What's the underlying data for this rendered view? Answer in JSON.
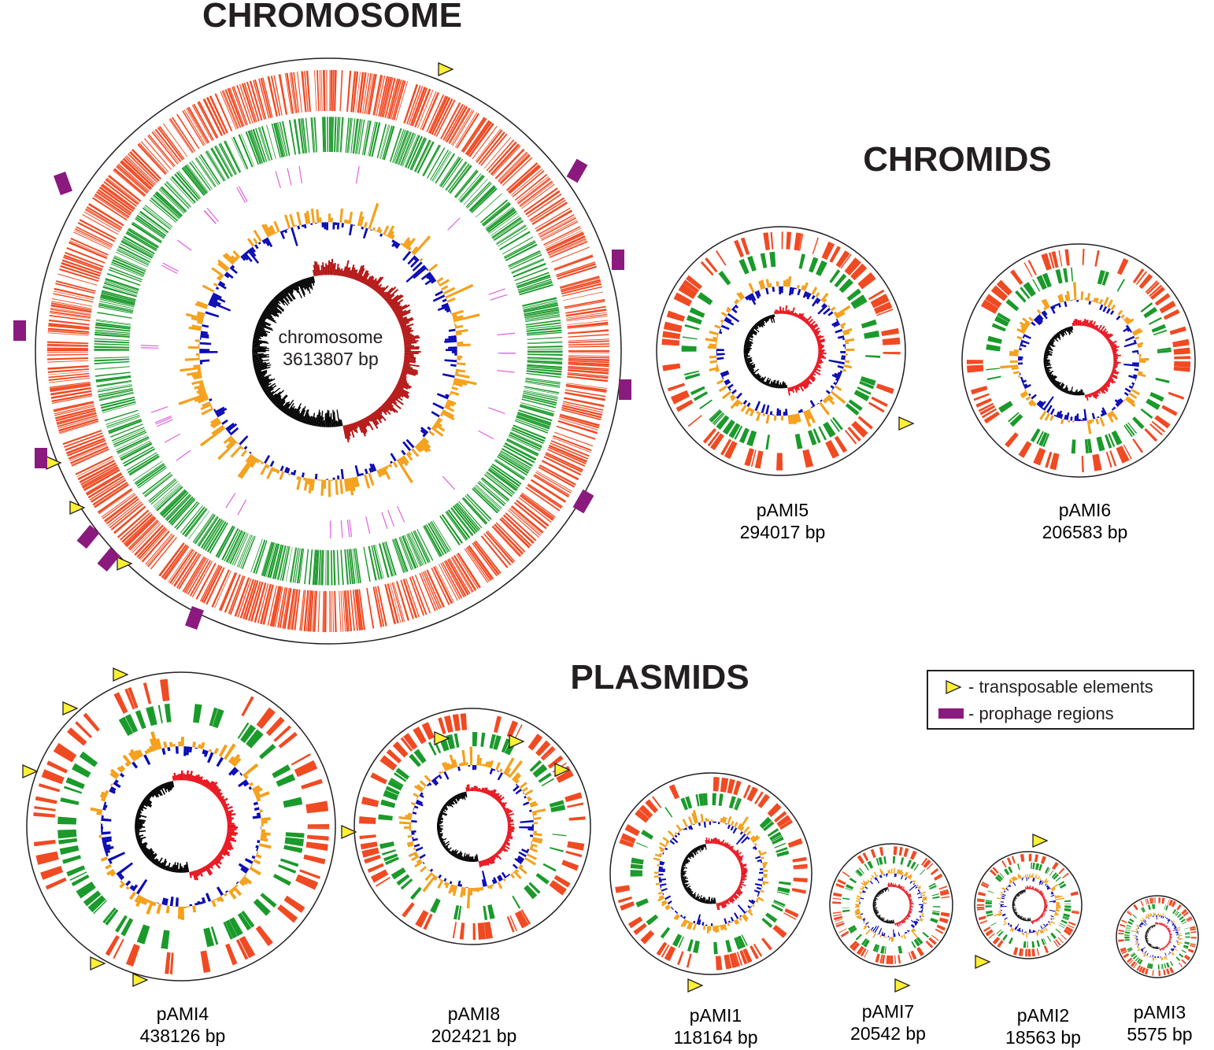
{
  "sections": {
    "chromosome": "CHROMOSOME",
    "chromids": "CHROMIDS",
    "plasmids": "PLASMIDS"
  },
  "legend": {
    "transposable": "- transposable elements",
    "prophage": "- prophage regions"
  },
  "colors": {
    "forward_cds": "#f04a23",
    "reverse_cds": "#1a9a2a",
    "gc_positive": "#f5a01a",
    "gc_negative": "#0a0ab4",
    "skew_positive_chromosome": "#b41414",
    "skew_positive": "#e8141e",
    "skew_negative": "#000000",
    "rna": "#e060e0",
    "other_feature": "#555555",
    "prophage": "#8b1a7e",
    "transposable": "#fff033"
  },
  "replicons": [
    {
      "id": "chromosome",
      "name": "chromosome",
      "size": "3613807 bp",
      "label_inside": true
    },
    {
      "id": "pAMI5",
      "name": "pAMI5",
      "size": "294017 bp"
    },
    {
      "id": "pAMI6",
      "name": "pAMI6",
      "size": "206583 bp"
    },
    {
      "id": "pAMI4",
      "name": "pAMI4",
      "size": "438126 bp"
    },
    {
      "id": "pAMI8",
      "name": "pAMI8",
      "size": "202421 bp"
    },
    {
      "id": "pAMI1",
      "name": "pAMI1",
      "size": "118164 bp"
    },
    {
      "id": "pAMI7",
      "name": "pAMI7",
      "size": "20542 bp"
    },
    {
      "id": "pAMI2",
      "name": "pAMI2",
      "size": "18563 bp"
    },
    {
      "id": "pAMI3",
      "name": "pAMI3",
      "size": "5575 bp"
    }
  ]
}
